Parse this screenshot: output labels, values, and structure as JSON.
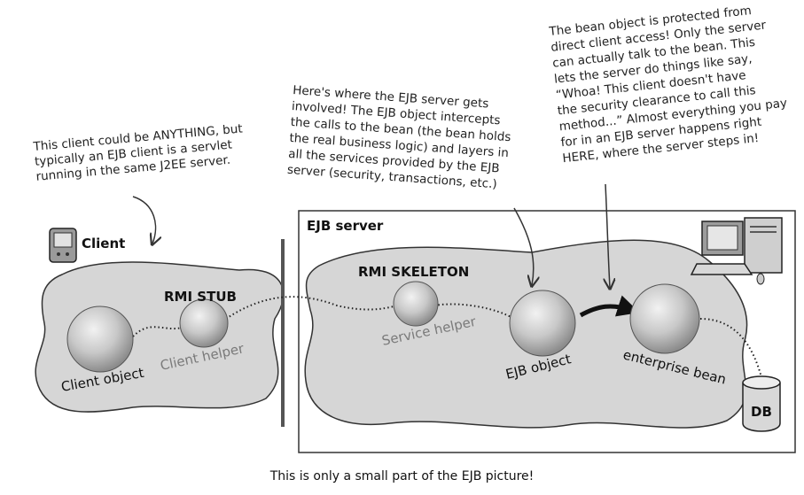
{
  "annotations": {
    "client_note": [
      "This client could be ANYTHING, but",
      "typically an EJB client is a servlet",
      "running in the same J2EE server."
    ],
    "ejb_server_note": [
      "Here's where the EJB server gets",
      "involved! The EJB object intercepts",
      "the calls to the bean (the bean holds",
      "the real business logic) and layers in",
      "all the services provided by the EJB",
      "server (security, transactions, etc.)"
    ],
    "bean_note": [
      "The bean object is protected from",
      "direct client access! Only the server",
      "can actually talk to the bean. This",
      "lets the server do things like say,",
      "“Whoa! This client doesn't have",
      "the security clearance to call this",
      "method...” Almost everything you pay",
      "for in an EJB server happens right",
      "HERE, where the server steps in!"
    ]
  },
  "labels": {
    "client": "Client",
    "rmi_stub": "RMI STUB",
    "ejb_server": "EJB server",
    "rmi_skeleton": "RMI SKELETON",
    "client_object": "Client object",
    "client_helper": "Client helper",
    "service_helper": "Service helper",
    "ejb_object": "EJB object",
    "enterprise_bean": "enterprise bean",
    "db": "DB"
  },
  "caption": "This is only a small part of the EJB picture!"
}
